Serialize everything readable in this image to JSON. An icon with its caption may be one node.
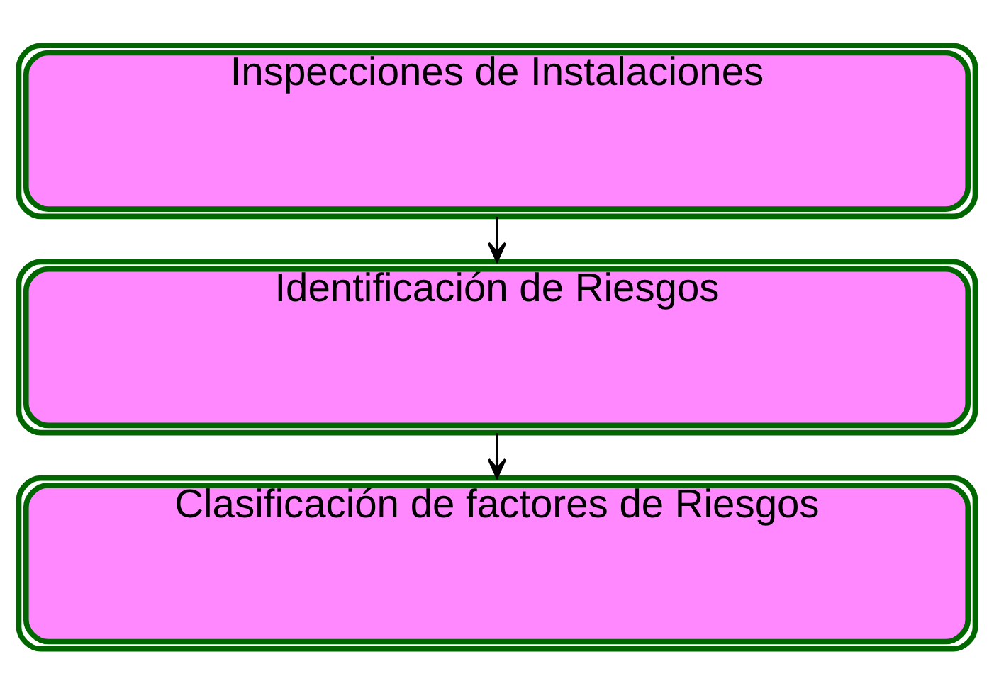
{
  "diagram": {
    "nodes": [
      {
        "text": [
          "Inspecciones de Instalaciones"
        ]
      },
      {
        "text": [
          "Identificación de Riesgos"
        ]
      },
      {
        "text": [
          "Clasificación de factores de Riesgos"
        ]
      }
    ],
    "edges": [
      {
        "from": 0,
        "to": 1,
        "arrow": "to"
      },
      {
        "from": 1,
        "to": 2,
        "arrow": "to"
      }
    ]
  }
}
